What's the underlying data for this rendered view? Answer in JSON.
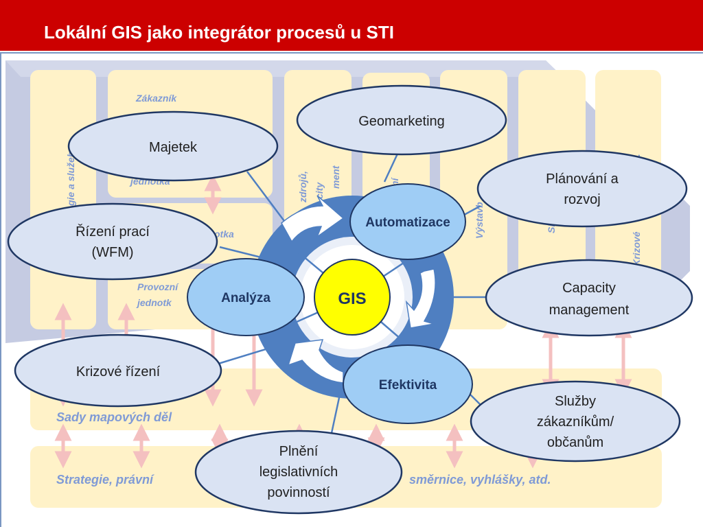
{
  "title": "Lokální GIS jako integrátor procesů u STI",
  "colors": {
    "header": "#cc0000",
    "column": "#fff2c8",
    "column_text": "#7f9ad6",
    "backdrop": "#c5cbe2",
    "ring": "#4f7fc1",
    "center": "#ffff00",
    "bubble": "#dae3f3",
    "bubble_blue": "#9fcdf5",
    "arrow": "#f4c0c0"
  },
  "background": {
    "column_labels": {
      "strategie_sluzby": "gie a služeb",
      "zakaznik": "Zákazník",
      "jednotka1": "jednotka",
      "jednotka2": "otka",
      "provozni": "Provozní",
      "provozni2": "jednotk",
      "zdroju": "zdrojů,",
      "city": "city",
      "ment": "ment",
      "mi": "mí",
      "vystavba": "Výstavb",
      "sl": "Sl",
      "krizove": "Krizové",
      "krizove_top": "l."
    },
    "sady": "Sady mapových děl",
    "strategie_left": "Strategie, právní",
    "strategie_right": "směrnice, vyhlášky, atd."
  },
  "core": {
    "center": "GIS",
    "automatizace": "Automatizace",
    "analyza": "Analýza",
    "efektivita": "Efektivita"
  },
  "bubbles": {
    "geomarketing": "Geomarketing",
    "majetek": "Majetek",
    "planovani": [
      "Plánování a",
      "rozvoj"
    ],
    "rizeni": [
      "Řízení prací",
      "(WFM)"
    ],
    "capacity": [
      "Capacity",
      "management"
    ],
    "krizove": "Krizové řízení",
    "sluzby": [
      "Služby",
      "zákazníkům/",
      "občanům"
    ],
    "plneni": [
      "Plnění",
      "legislativních",
      "povinností"
    ]
  }
}
